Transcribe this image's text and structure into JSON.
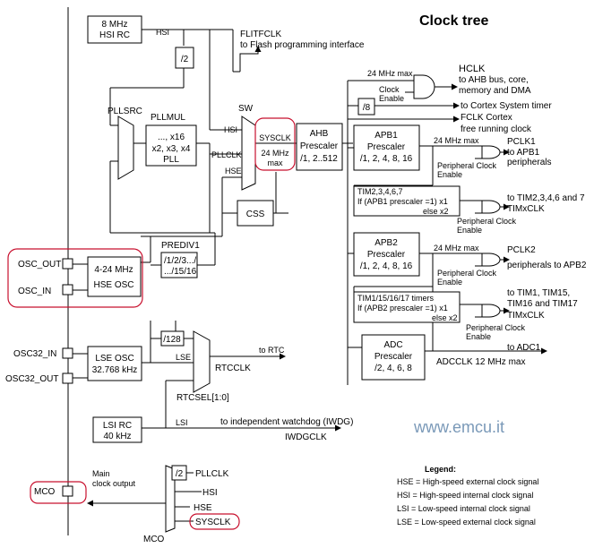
{
  "title": "Clock tree",
  "watermark": "www.emcu.it",
  "colors": {
    "highlight": "#c8102e",
    "line": "#000000",
    "watermark": "#7a99b8"
  },
  "blocks": {
    "hsi_rc": [
      "8 MHz",
      "HSI RC"
    ],
    "div2_top": "/2",
    "pll": [
      "..., x16",
      "x2, x3, x4",
      "PLL"
    ],
    "pllmul": "PLLMUL",
    "pllsrc": "PLLSRC",
    "sw": "SW",
    "sysclk_box": [
      "SYSCLK",
      "24 MHz",
      "max"
    ],
    "ahb": [
      "AHB",
      "Prescaler",
      "/1, 2..512"
    ],
    "div8": "/8",
    "apb1": [
      "APB1",
      "Prescaler",
      "/1, 2, 4, 8, 16"
    ],
    "apb2": [
      "APB2",
      "Prescaler",
      "/1, 2, 4, 8, 16"
    ],
    "css": "CSS",
    "prediv1": [
      "PREDIV1",
      "/1/2/3.../",
      ".../15/16"
    ],
    "hse_osc": [
      "4-24 MHz",
      "HSE OSC"
    ],
    "div128": "/128",
    "lse_osc": [
      "LSE OSC",
      "32.768 kHz"
    ],
    "lsi_rc": [
      "LSI RC",
      "40 kHz"
    ],
    "tim_apb1": [
      "TIM2,3,4,6,7",
      "If (APB1 prescaler =1) x1",
      "else  x2"
    ],
    "tim_apb2": [
      "TIM1/15/16/17 timers",
      "If (APB2 prescaler =1) x1",
      "else x2"
    ],
    "adc": [
      "ADC",
      "Prescaler",
      "/2, 4, 6, 8"
    ],
    "div2_mco": "/2"
  },
  "pins": {
    "osc_out": "OSC_OUT",
    "osc_in": "OSC_IN",
    "osc32_in": "OSC32_IN",
    "osc32_out": "OSC32_OUT",
    "mco": "MCO"
  },
  "signals": {
    "hsi_top": "HSI",
    "flitfclk": [
      "FLITFCLK",
      "to Flash programming interface"
    ],
    "hsi_sw": "HSI",
    "pllclk_sw": "PLLCLK",
    "hse_sw": "HSE",
    "max24_ahb": "24 MHz max",
    "clock_enable": [
      "Clock",
      "Enable"
    ],
    "hclk": [
      "HCLK",
      "to AHB bus, core,",
      "memory and DMA"
    ],
    "cortex_timer": "to Cortex System timer",
    "fclk": [
      "FCLK Cortex",
      "free running clock"
    ],
    "max24_apb1": "24 MHz max",
    "pclk1": [
      "PCLK1",
      "to APB1",
      "peripherals"
    ],
    "periph_enable_1": [
      "Peripheral Clock",
      "Enable"
    ],
    "timx_1": [
      "to TIM2,3,4,6 and 7",
      "TIMxCLK"
    ],
    "periph_enable_2": [
      "Peripheral Clock",
      "Enable"
    ],
    "max24_apb2": "24 MHz max",
    "pclk2": [
      "PCLK2",
      "peripherals to APB2"
    ],
    "periph_enable_3": [
      "Peripheral Clock",
      "Enable"
    ],
    "timx_2": [
      "to TIM1, TIM15,",
      "TIM16 and TIM17",
      "TIMxCLK"
    ],
    "periph_enable_4": [
      "Peripheral Clock",
      "Enable"
    ],
    "to_adc1": "to ADC1",
    "adcclk": "ADCCLK 12 MHz max",
    "lse_rtc": "LSE",
    "to_rtc": "to RTC",
    "rtcclk": "RTCCLK",
    "rtcsel": "RTCSEL[1:0]",
    "lsi_line": "LSI",
    "iwdg": "to independent watchdog (IWDG)",
    "iwdgclk": "IWDGCLK",
    "mco_main": [
      "Main",
      "clock output"
    ],
    "mco_pllclk": "PLLCLK",
    "mco_hsi": "HSI",
    "mco_hse": "HSE",
    "mco_sysclk": "SYSCLK",
    "mco_mux": "MCO"
  },
  "legend": {
    "title": "Legend:",
    "items": [
      "HSE = High-speed external clock signal",
      "HSI = High-speed internal clock signal",
      "LSI = Low-speed internal clock signal",
      "LSE = Low-speed external clock signal"
    ]
  }
}
